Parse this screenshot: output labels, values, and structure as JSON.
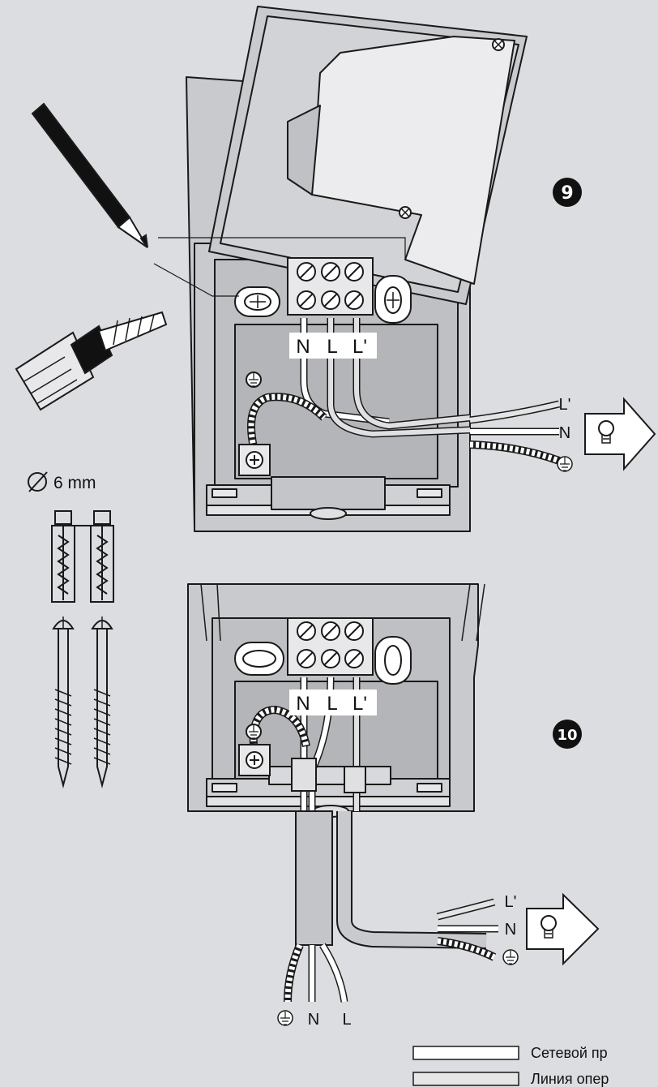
{
  "steps": {
    "step9": "❾",
    "step10": "❿"
  },
  "drill_size": "6 mm",
  "terminal_labels_top": [
    "N",
    "L",
    "L'"
  ],
  "terminal_labels_bottom": [
    "N",
    "L",
    "L'"
  ],
  "load_cable_labels_top": [
    "L'",
    "N",
    "⏚"
  ],
  "load_cable_labels_bottom": [
    "L'",
    "N",
    "⏚"
  ],
  "mains_cable_labels": [
    "⏚",
    "N",
    "L"
  ],
  "legend": [
    {
      "text": "Сетевой пр",
      "swatch": "#ffffff"
    },
    {
      "text": "Линия опер",
      "swatch": "#e6e6e6"
    }
  ],
  "colors": {
    "background": "#dcdde0",
    "housing": "#c9cacd",
    "inner": "#b9babd",
    "outline": "#1a1a1a",
    "white": "#ffffff"
  }
}
